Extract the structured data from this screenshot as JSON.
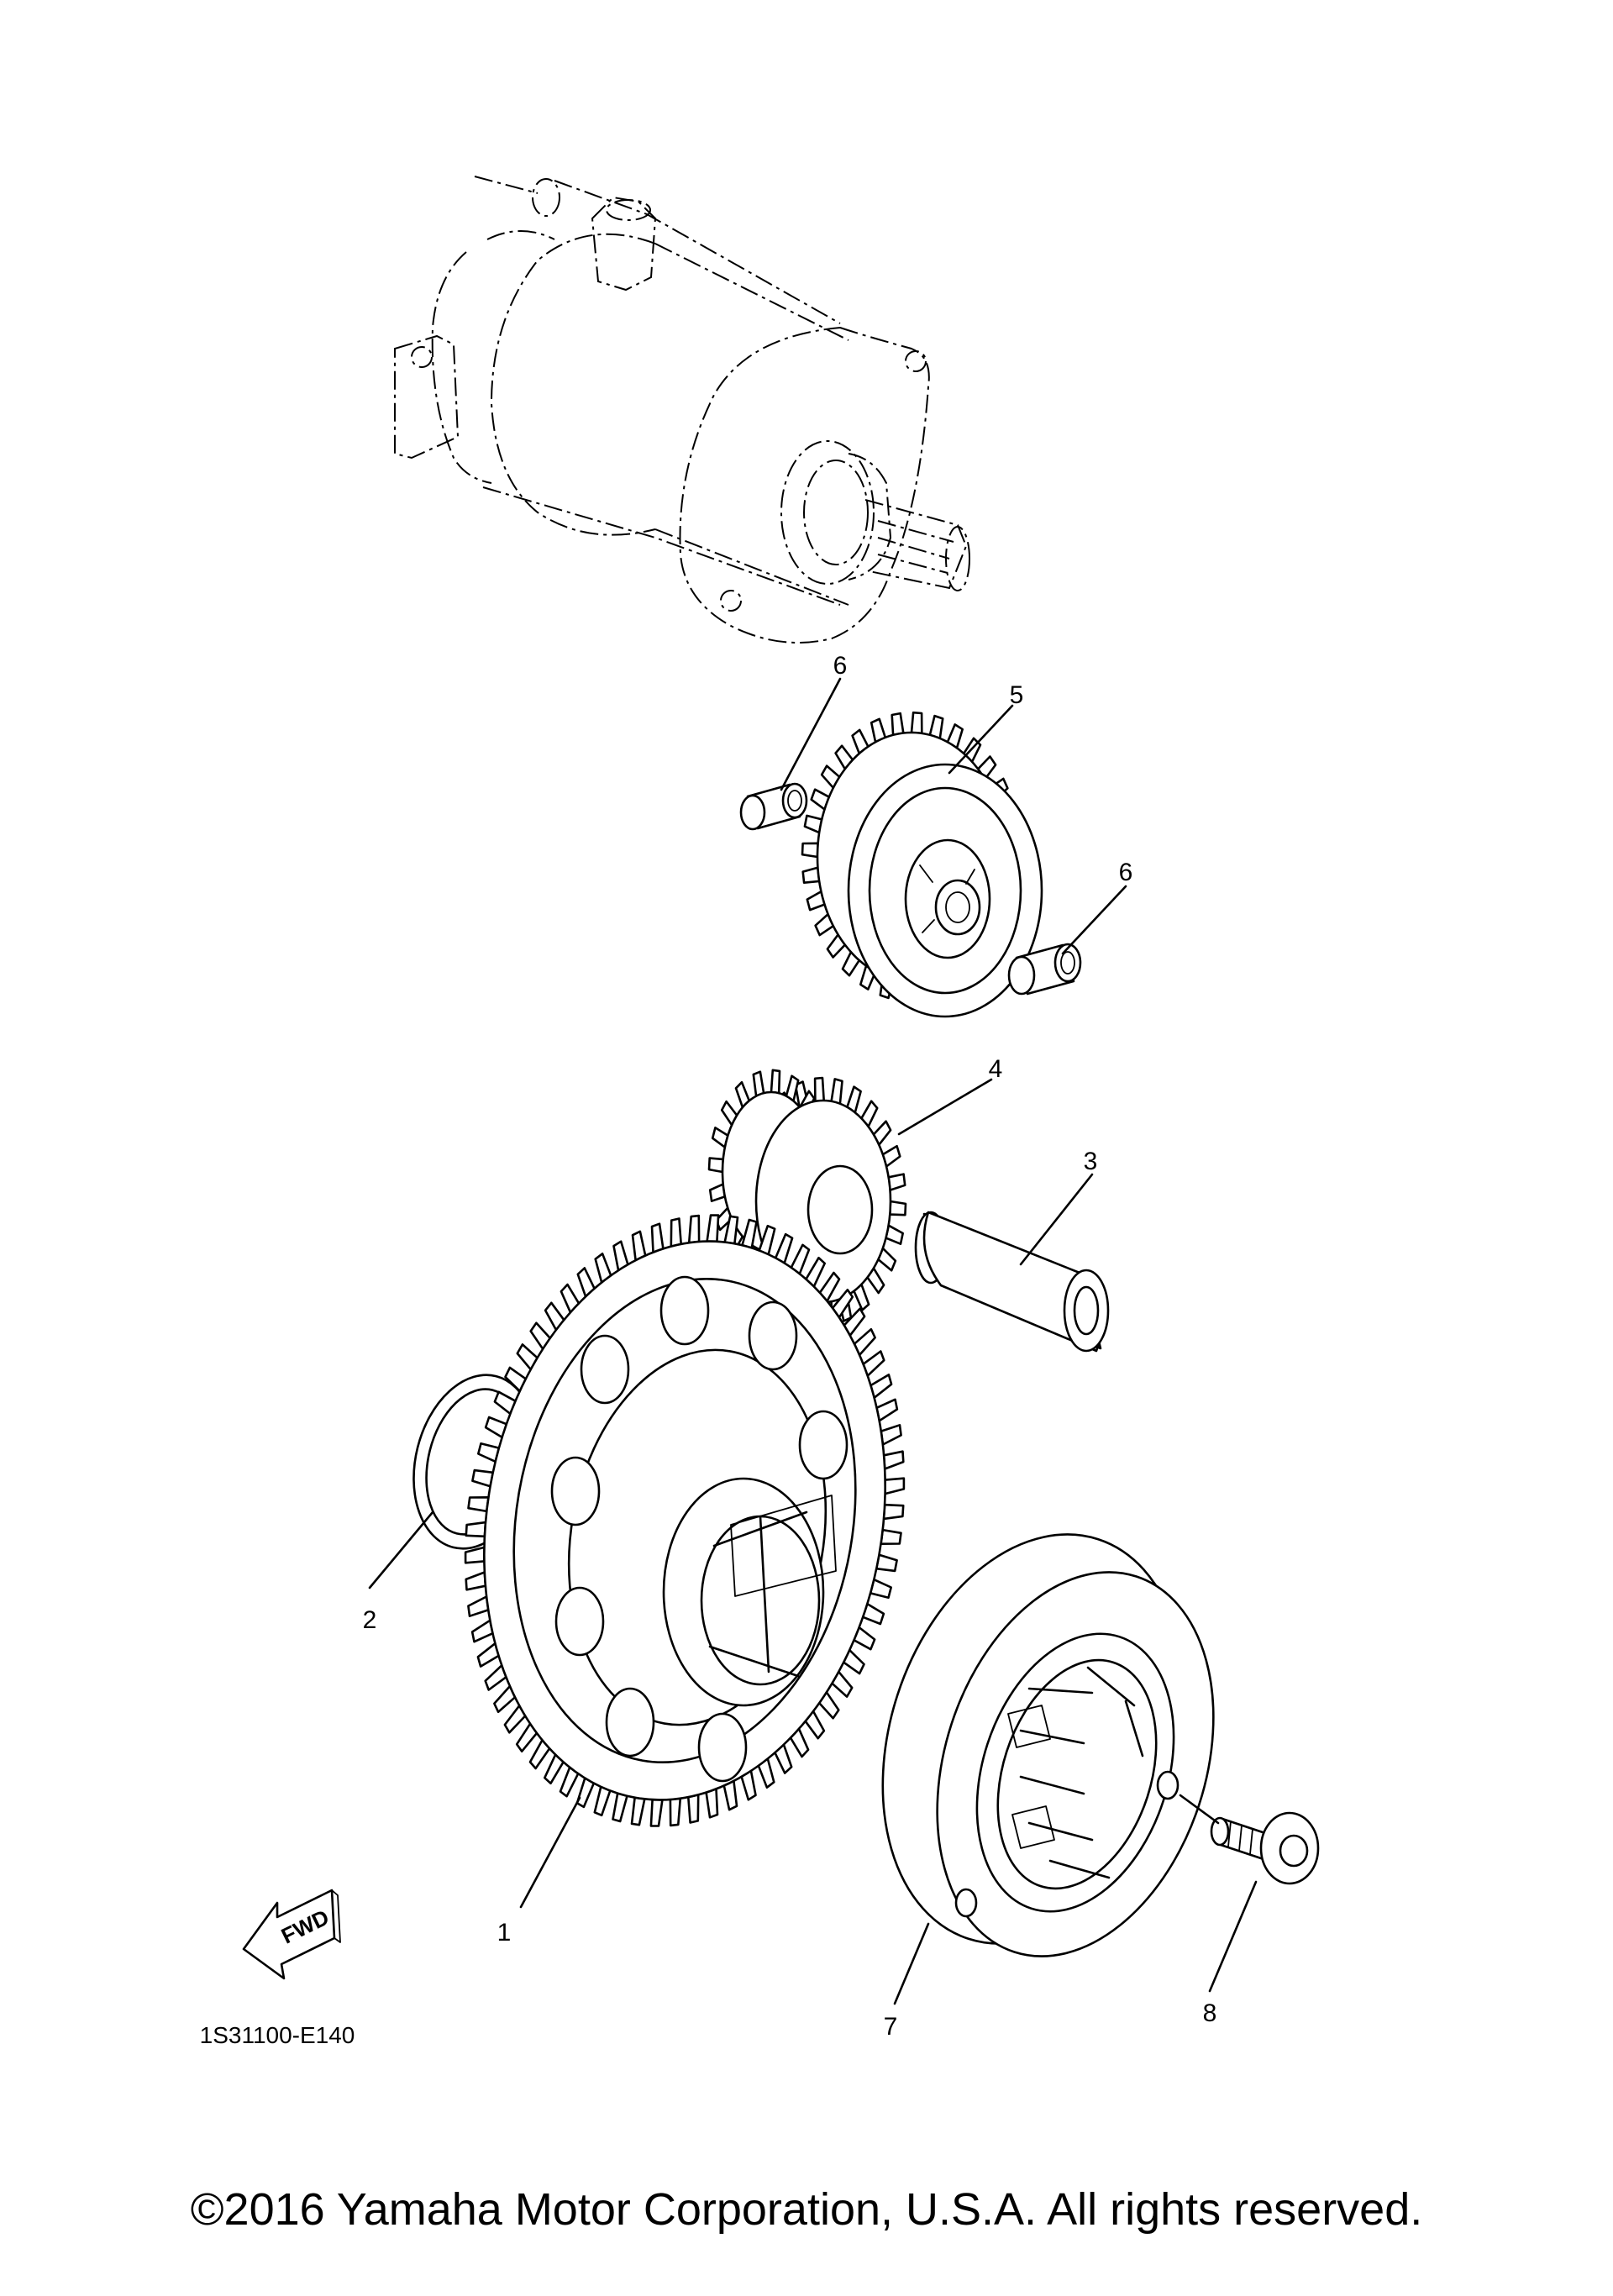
{
  "diagram": {
    "reference_code": "1S31100-E140",
    "fwd_label": "FWD",
    "copyright": "©2016 Yamaha Motor Corporation, U.S.A. All rights reserved.",
    "callouts": [
      "1",
      "2",
      "3",
      "4",
      "5",
      "6",
      "6",
      "7",
      "8"
    ],
    "icons": {
      "starter_motor": "starter-motor-icon",
      "fwd_arrow": "fwd-arrow-icon"
    }
  }
}
